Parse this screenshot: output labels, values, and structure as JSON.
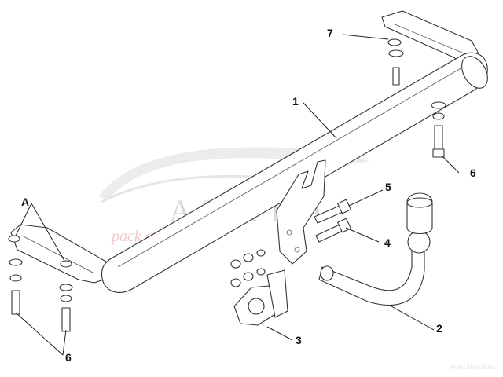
{
  "labels": {
    "p1": "1",
    "p2": "2",
    "p3": "3",
    "p4": "4",
    "p5": "5",
    "p6_right": "6",
    "p6_left": "6",
    "p7": "7",
    "a": "A"
  },
  "watermark": {
    "brand": "АНАКА",
    "tagline": "pack and travel",
    "corner": "www.ahaka.ru"
  }
}
